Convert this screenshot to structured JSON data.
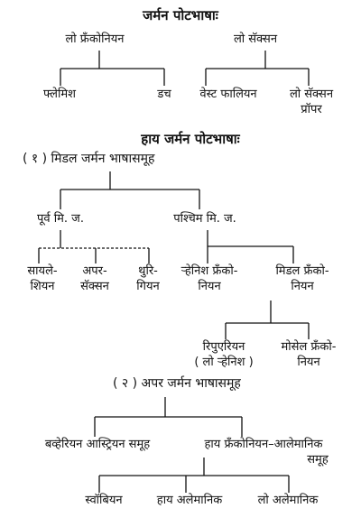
{
  "low_german": {
    "heading": "जर्मन पोटभाषाः",
    "lo_franconian": "लो फ्रँकोनियन",
    "lo_saxon": "लो सॅक्सन",
    "flemish": "फ्लेमिश",
    "dutch": "डच",
    "westphalian": "वेस्ट फालियन",
    "lo_saxon_proper_1": "लो सॅक्सन",
    "lo_saxon_proper_2": "प्रॉपर"
  },
  "high_german": {
    "heading": "हाय जर्मन पोटभाषाः",
    "middle": {
      "heading": "( १ ) मिडल जर्मन भाषासमूह",
      "east": "पूर्व मि. ज.",
      "west": "पश्चिम मि. ज.",
      "silesian_1": "सायले-",
      "silesian_2": "शियन",
      "upper_saxon_1": "अपर-",
      "upper_saxon_2": "सॅक्सन",
      "thuringian_1": "थुरि-",
      "thuringian_2": "गियन",
      "rhenish_franconian_1": "र्‍हेनिश फ्रँको-",
      "rhenish_franconian_2": "नियन",
      "middle_franconian_1": "मिडल फ्रँको-",
      "middle_franconian_2": "नियन",
      "ripuarian_1": "रिपुएरियन",
      "ripuarian_2": "( लो र्‍हेनिश )",
      "moselle_franconian_1": "मोसेल फ्रँको-",
      "moselle_franconian_2": "नियन"
    },
    "upper": {
      "heading": "( २ ) अपर जर्मन भाषासमूह",
      "bavarian_austrian": "बव्हेरियन आस्ट्रियन समूह",
      "high_franconian_alemannic_1": "हाय फ्रँकोनियन–आलेमानिक",
      "high_franconian_alemannic_2": "समूह",
      "swabian": "स्वॉबियन",
      "high_alemannic": "हाय अलेमानिक",
      "low_alemannic": "लो अलेमानिक"
    }
  }
}
